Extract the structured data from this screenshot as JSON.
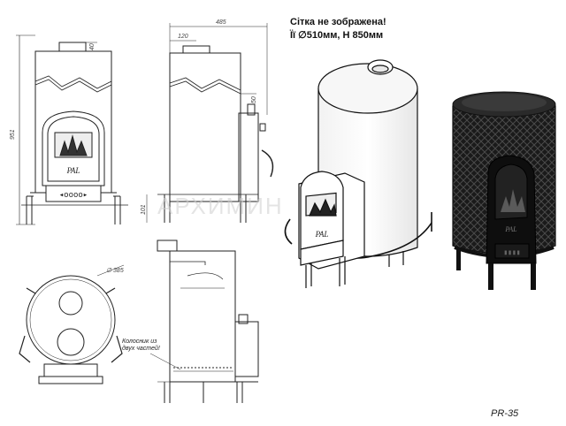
{
  "note": {
    "line1": "Сітка не зображена!",
    "line2": "Її ∅510мм, Н 850мм"
  },
  "dimensions": {
    "width_total": "485",
    "chimney_offset": "120",
    "chimney_top": "40",
    "height_total": "951",
    "door_depth": "50",
    "leg_height": "101",
    "diameter": "∅ 385"
  },
  "callout": {
    "line1": "Колосник из",
    "line2": "двух частей!"
  },
  "door_emblem": "PAL",
  "watermark": "АРХИМИН",
  "model": "PR-35",
  "colors": {
    "line": "#222222",
    "stove_black": "#111111",
    "mesh": "#2a2a2a"
  }
}
